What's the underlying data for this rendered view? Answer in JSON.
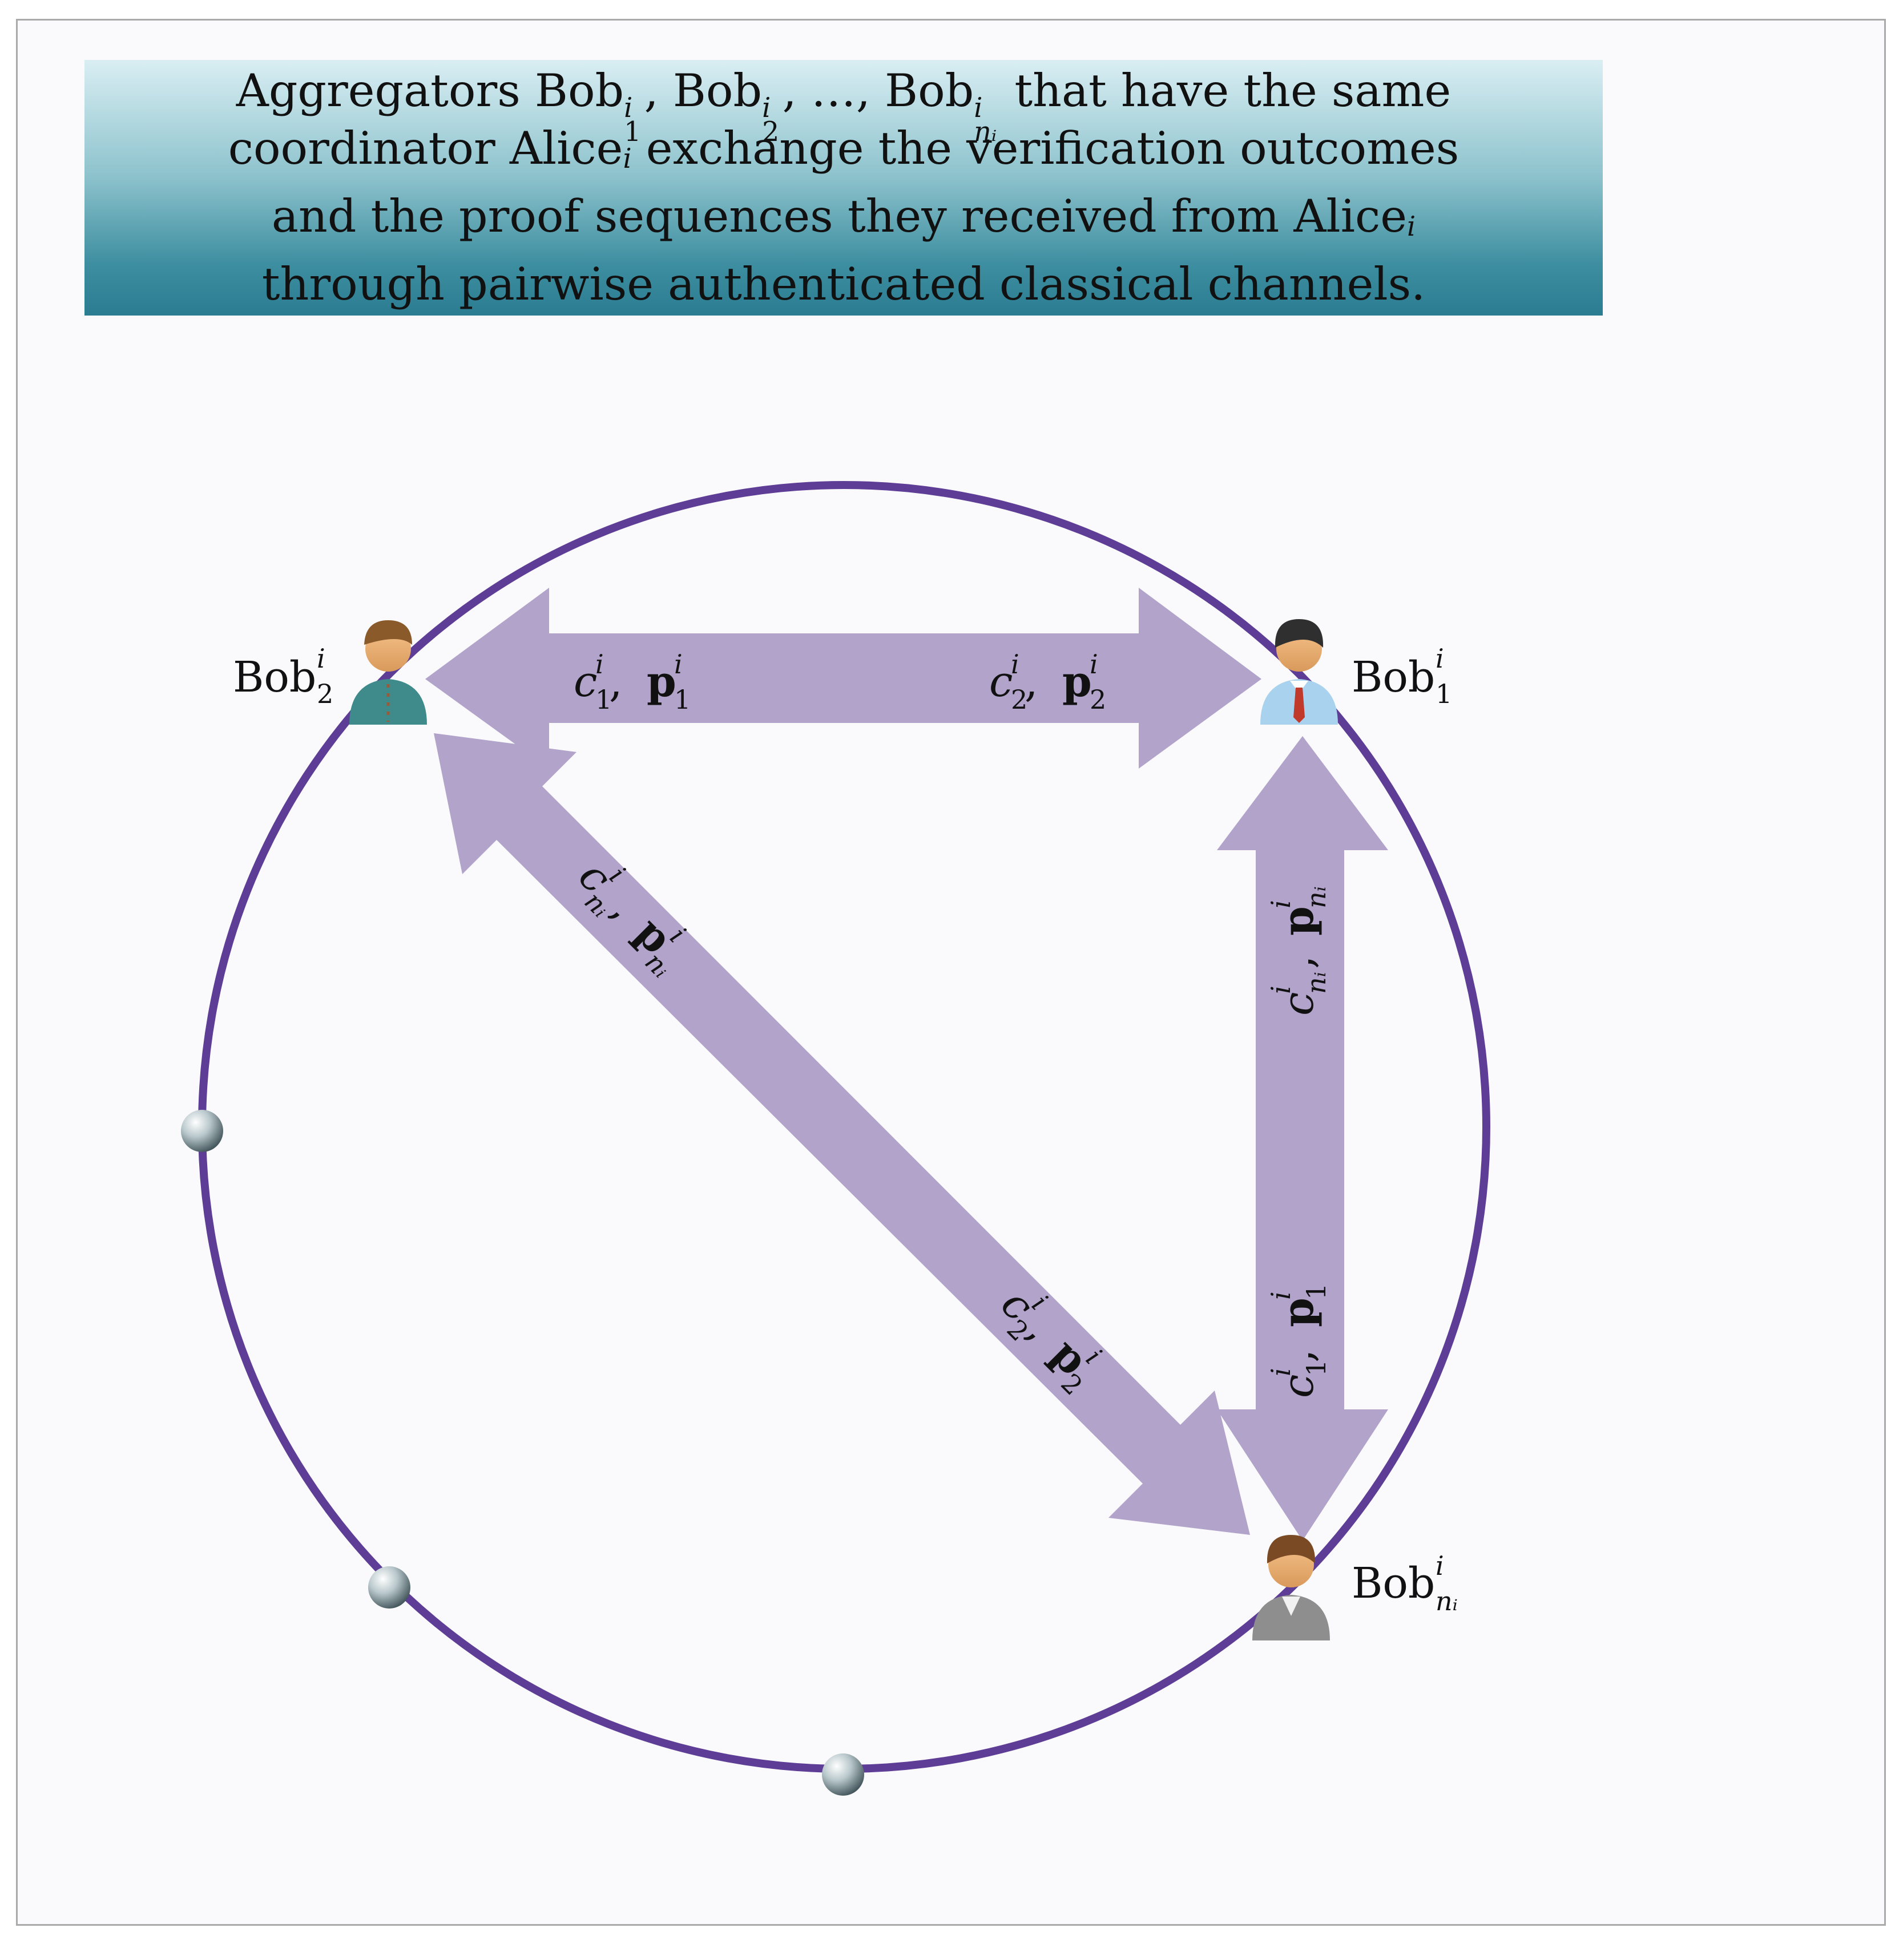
{
  "banner": {
    "lines": [
      "Aggregators Bob₁ⁱ, Bob₂ⁱ, …, Bobₙᵢⁱ that have the same",
      "coordinator Aliceᵢ exchange the verification outcomes",
      "and the proof sequences they received from Aliceᵢ",
      "through pairwise authenticated classical channels."
    ],
    "line1_prefix": "Aggregators Bob",
    "line1_sep": ", Bob",
    "line1_ellipsis": ", …, Bob",
    "line1_suffix": "that have the same",
    "line2_prefix": "coordinator Alice",
    "line2_suffix": "exchange the verification outcomes",
    "line3_prefix": "and the proof sequences they received from Alice",
    "line4": "through pairwise authenticated classical channels.",
    "sub_i": "i",
    "sub_1": "1",
    "sub_2": "2",
    "sub_ni": "nᵢ"
  },
  "nodes": {
    "bob1": "Bob",
    "bob2": "Bob",
    "bobn": "Bob",
    "sup": "i",
    "sub1": "1",
    "sub2": "2",
    "subn": "nᵢ"
  },
  "edge_labels": {
    "top_left": {
      "c": "c",
      "sep": ",",
      "p": "p",
      "sup": "i",
      "sub": "1"
    },
    "top_right": {
      "c": "c",
      "sep": ",",
      "p": "p",
      "sup": "i",
      "sub": "2"
    },
    "diag_upper": {
      "c": "c",
      "sep": ",",
      "p": "p",
      "sup": "i",
      "sub": "nᵢ"
    },
    "diag_lower": {
      "c": "c",
      "sep": ",",
      "p": "p",
      "sup": "i",
      "sub": "2"
    },
    "right_upper": {
      "c": "c",
      "sep": ",",
      "p": "p",
      "sup": "i",
      "sub": "nᵢ"
    },
    "right_lower": {
      "c": "c",
      "sep": ",",
      "p": "p",
      "sup": "i",
      "sub": "1"
    }
  },
  "colors": {
    "circle": "#5e3d96",
    "arrow": "#b1a3ca",
    "banner_top": "#d9eef3",
    "banner_bottom": "#2b7c91"
  },
  "icons": [
    "person-icon",
    "person-icon",
    "person-icon",
    "sphere-icon",
    "sphere-icon",
    "sphere-icon"
  ]
}
